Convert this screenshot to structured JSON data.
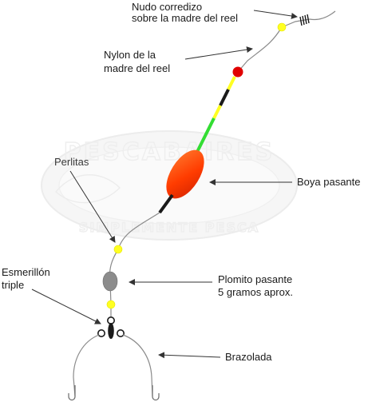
{
  "labels": {
    "knot_line1": "Nudo corredizo",
    "knot_line2": "sobre la madre del reel",
    "nylon_line1": "Nylon de la",
    "nylon_line2": "madre del reel",
    "beads": "Perlitas",
    "float": "Boya pasante",
    "swivel_line1": "Esmerillón",
    "swivel_line2": "triple",
    "sinker_line1": "Plomito pasante",
    "sinker_line2": "5 gramos aprox.",
    "snood": "Brazolada"
  },
  "watermark": {
    "top_text": "PESCABAIRES",
    "bottom_text": "SIMPLEMENTE PESCA"
  },
  "colors": {
    "line": "#8a8a8a",
    "bead_yellow": "#ffff22",
    "bead_red": "#e00000",
    "float_red": "#ff3c00",
    "float_green": "#33dd33",
    "float_black": "#1a1a1a",
    "sinker_gray": "#8c8c8c",
    "arrow": "#333333",
    "watermark": "#eeeeee"
  }
}
